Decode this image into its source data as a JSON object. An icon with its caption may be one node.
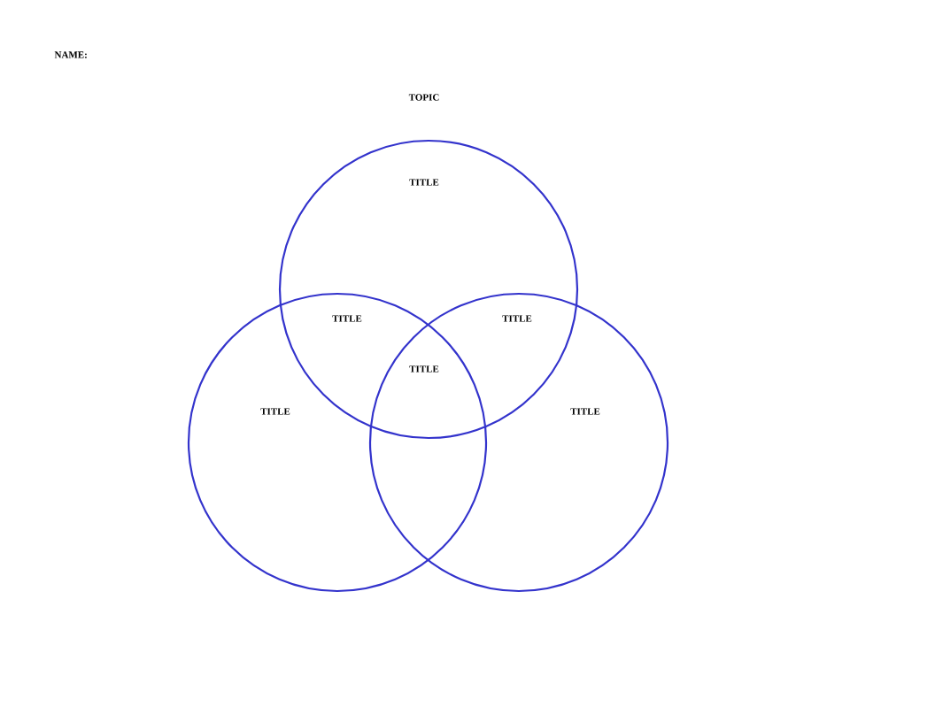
{
  "diagram": {
    "title": "TOPIC",
    "nodes": [
      {
        "text": [
          "TITLE"
        ]
      },
      {
        "text": [
          "TITLE"
        ]
      },
      {
        "text": [
          "TITLE"
        ]
      }
    ],
    "labels": [
      "NAME:",
      "TITLE",
      "TITLE",
      "TITLE"
    ]
  }
}
